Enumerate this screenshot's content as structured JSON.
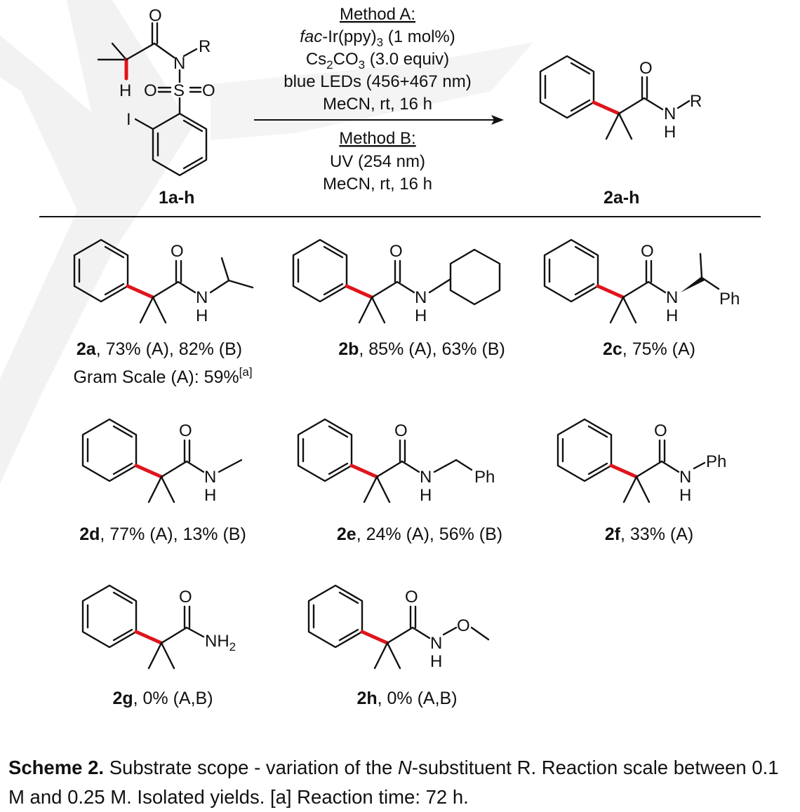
{
  "scheme": {
    "methodA": {
      "heading": "Method A:",
      "catalyst_prefix": "fac",
      "catalyst_rest": "-Ir(ppy)",
      "catalyst_sub": "3",
      "catalyst_amount": " (1 mol%)",
      "base_a": "Cs",
      "base_sub1": "2",
      "base_b": "CO",
      "base_sub2": "3",
      "base_amount": " (3.0 equiv)",
      "light": "blue LEDs (456+467 nm)",
      "solvent": "MeCN, rt, 16 h"
    },
    "methodB": {
      "heading": "Method B:",
      "light": "UV (254 nm)",
      "solvent": "MeCN, rt, 16 h"
    },
    "reactant_label": "1a-h",
    "product_label": "2a-h",
    "atoms": {
      "O": "O",
      "N": "N",
      "R": "R",
      "H": "H",
      "S": "S",
      "I": "I",
      "Ph": "Ph",
      "NH": "NH",
      "sub2": "2"
    }
  },
  "products": [
    {
      "id": "2a",
      "yield": ", 73% (A), 82% (B)",
      "note": "Gram Scale (A): 59%",
      "note_sup": "[a]"
    },
    {
      "id": "2b",
      "yield": ", 85% (A), 63% (B)"
    },
    {
      "id": "2c",
      "yield": ", 75% (A)"
    },
    {
      "id": "2d",
      "yield": ", 77% (A), 13% (B)"
    },
    {
      "id": "2e",
      "yield": ", 24% (A), 56% (B)"
    },
    {
      "id": "2f",
      "yield": ", 33% (A)"
    },
    {
      "id": "2g",
      "yield": ", 0% (A,B)"
    },
    {
      "id": "2h",
      "yield": ", 0% (A,B)"
    }
  ],
  "caption": {
    "label": "Scheme 2.",
    "text1": " Substrate scope - variation of the ",
    "italic": "N",
    "text2": "-substituent R. Reaction scale between 0.1 M and 0.25 M. Isolated yields. [a] Reaction time: 72 h."
  },
  "colors": {
    "highlight_bond": "#e0141b",
    "watermark": "#ececec"
  }
}
